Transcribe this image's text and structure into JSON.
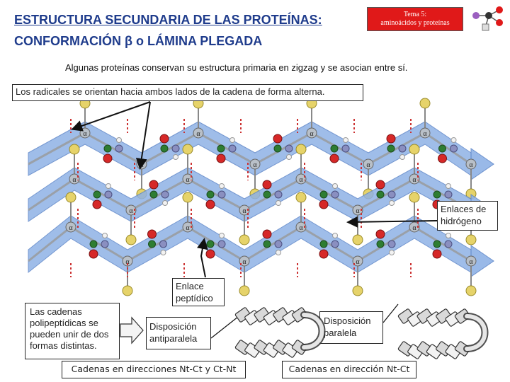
{
  "header": {
    "title_line1": "ESTRUCTURA SECUNDARIA DE LAS PROTEÍNAS:",
    "title_line2": "CONFORMACIÓN β o LÁMINA PLEGADA",
    "tema_line1": "Tema 5:",
    "tema_line2": "aminoácidos y proteínas"
  },
  "intro_text": "Algunas proteínas conservan su estructura primaria en zigzag y se asocian entre sí.",
  "labels": {
    "radicales": "Los radicales se orientan hacia ambos lados de la cadena de forma alterna.",
    "enlaces_hidrogeno": "Enlaces de hidrógeno",
    "enlace_peptidico": "Enlace peptídico",
    "cadenas_polipeptidicas": "Las cadenas polipeptídicas se pueden unir de dos formas distintas.",
    "antiparalela": "Disposición antiparalela",
    "paralela": "Disposición paralela",
    "direccion_antiparalela": "Cadenas en direcciones Nt-Ct y Ct-Nt",
    "direccion_paralela": "Cadenas en dirección Nt-Ct"
  },
  "sheet": {
    "alpha_carbon_symbol": "α",
    "colors": {
      "ribbon": "#8fb2e6",
      "ribbon_edge": "#5d86c8",
      "carbon": "#2e7d32",
      "oxygen": "#d62828",
      "nitrogen": "#8a8fc0",
      "hydrogen": "#f2f2f2",
      "side_chain": "#e6d36a",
      "h_bond": "#cc3333"
    }
  }
}
